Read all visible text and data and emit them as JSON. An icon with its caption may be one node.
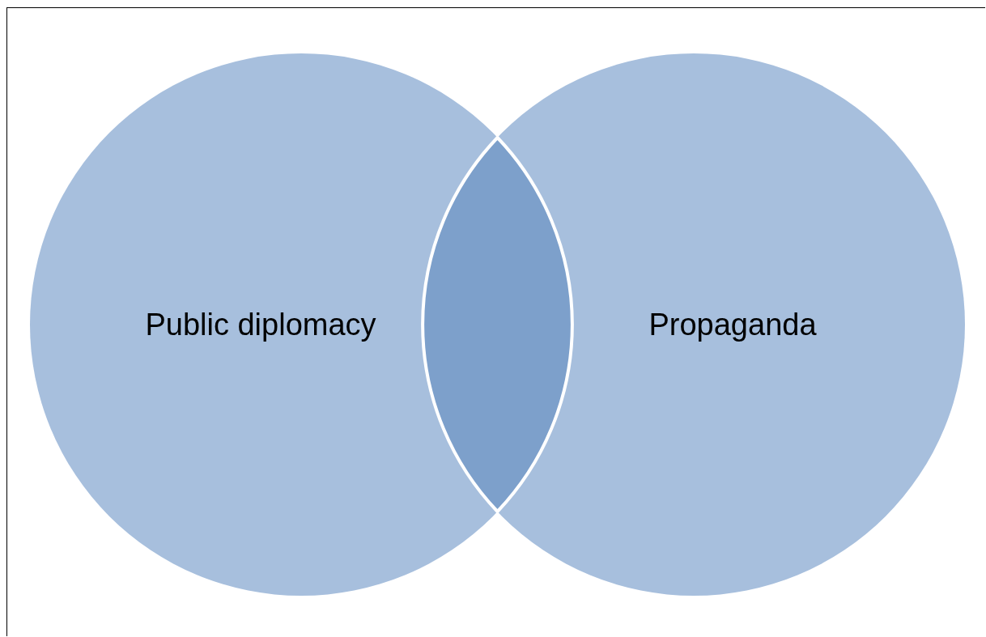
{
  "diagram": {
    "nodes": [
      {
        "text": [
          "Public diplomacy"
        ]
      },
      {
        "text": [
          "Propaganda"
        ]
      },
      {
        "text": [],
        "shape": "lens"
      }
    ]
  }
}
